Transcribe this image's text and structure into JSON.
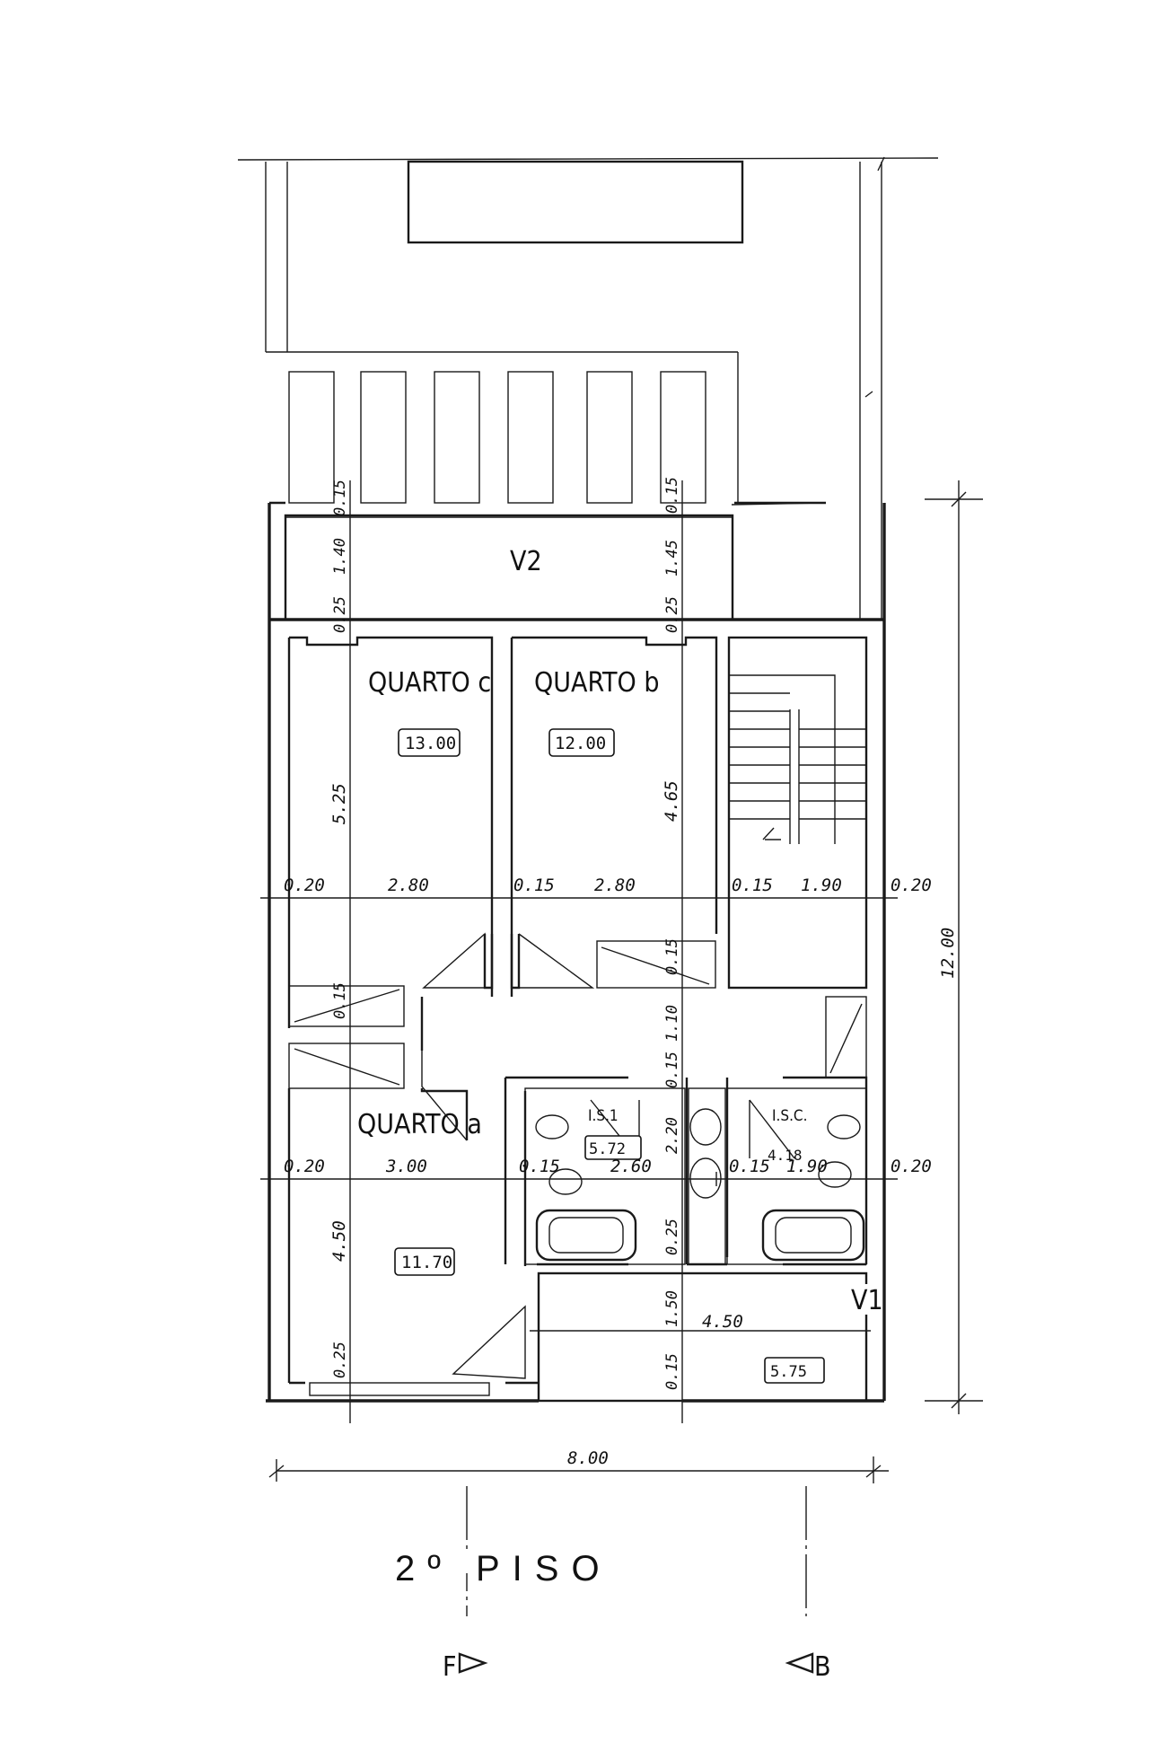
{
  "title": "2º PISO",
  "section_marks": {
    "left": "F",
    "right": "B"
  },
  "rooms": [
    {
      "name": "QUARTO c",
      "area": "13.00"
    },
    {
      "name": "QUARTO b",
      "area": "12.00"
    },
    {
      "name": "QUARTO a",
      "area": "11.70"
    },
    {
      "name": "I.S.1",
      "area": "5.72"
    },
    {
      "name": "I.S.C.",
      "area": "4.18"
    },
    {
      "name": "V1",
      "area": "5.75"
    },
    {
      "name": "V2"
    }
  ],
  "dimensions": {
    "total_width": "8.00",
    "total_depth": "12.00",
    "row_upper": [
      "0.20",
      "2.80",
      "0.15",
      "2.80",
      "0.15",
      "1.90",
      "0.20"
    ],
    "row_lower": [
      "0.20",
      "3.00",
      "0.15",
      "2.60",
      "0.15",
      "1.90",
      "0.20"
    ],
    "vertical_left": [
      "0.15",
      "1.40",
      "0.25",
      "5.25",
      "0.15",
      "4.50",
      "0.25"
    ],
    "vertical_mid": [
      "0.15",
      "1.45",
      "0.25",
      "4.65",
      "0.15",
      "1.10",
      "0.15",
      "2.20",
      "0.25",
      "1.50",
      "0.15"
    ],
    "v1_width": "4.50"
  }
}
